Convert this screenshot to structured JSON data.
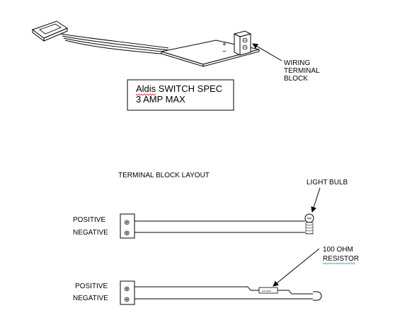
{
  "spec_box": {
    "line1_word1": "Aldis",
    "line1_rest": " SWITCH  SPEC",
    "line2": "3 AMP MAX"
  },
  "labels": {
    "wiring_terminal_block": [
      "WIRING",
      "TERMINAL",
      "BLOCK"
    ],
    "terminal_block_layout": "TERMINAL BLOCK LAYOUT",
    "light_bulb": "LIGHT BULB",
    "resistor": [
      "100 OHM",
      "RESISTOR"
    ],
    "resistor_body": "100 OHM"
  },
  "circuits": [
    {
      "positive": "POSITIVE",
      "negative": "NEGATIVE"
    },
    {
      "positive": "POSITIVE",
      "negative": "NEGATIVE"
    }
  ],
  "terminal_symbol": "⊕",
  "board_symbols": {
    "top": "+",
    "bottom": "−"
  },
  "colors": {
    "stroke": "#000000",
    "misspell_underline": "#cc0000",
    "board_fill": "#ffffff"
  }
}
